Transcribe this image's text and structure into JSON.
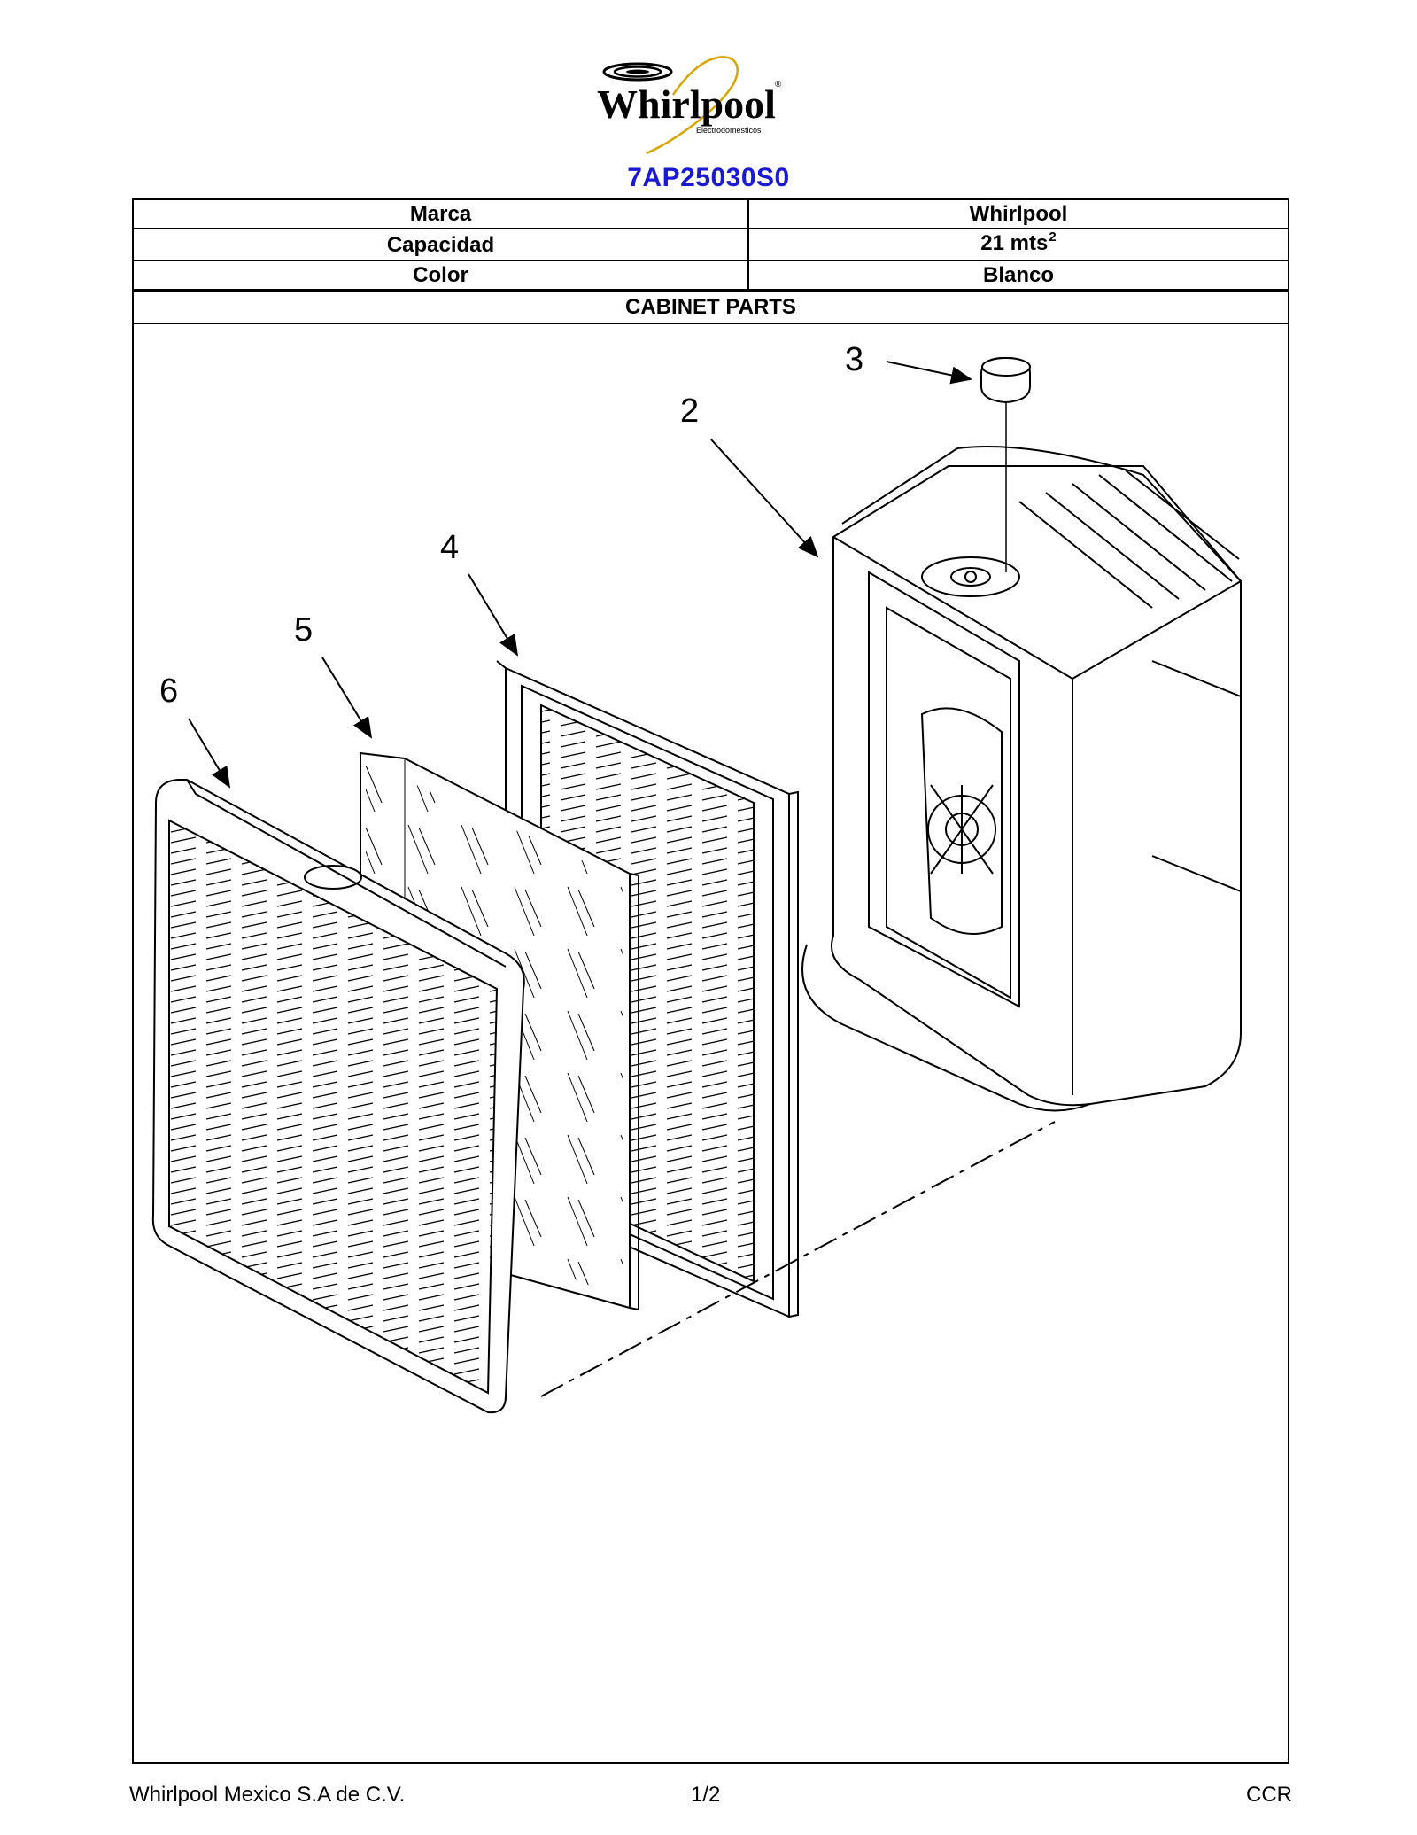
{
  "logo": {
    "brand": "Whirlpool",
    "tagline": "Electrodomésticos",
    "registered": "®"
  },
  "model": "7AP25030S0",
  "specs": [
    {
      "label": "Marca",
      "value": "Whirlpool"
    },
    {
      "label": "Capacidad",
      "value": "21 mts",
      "superscript": "2"
    },
    {
      "label": "Color",
      "value": "Blanco"
    }
  ],
  "section_title": "CABINET PARTS",
  "callouts": [
    "2",
    "3",
    "4",
    "5",
    "6"
  ],
  "footer": {
    "company": "Whirlpool Mexico S.A de C.V.",
    "page": "1/2",
    "code": "CCR"
  }
}
